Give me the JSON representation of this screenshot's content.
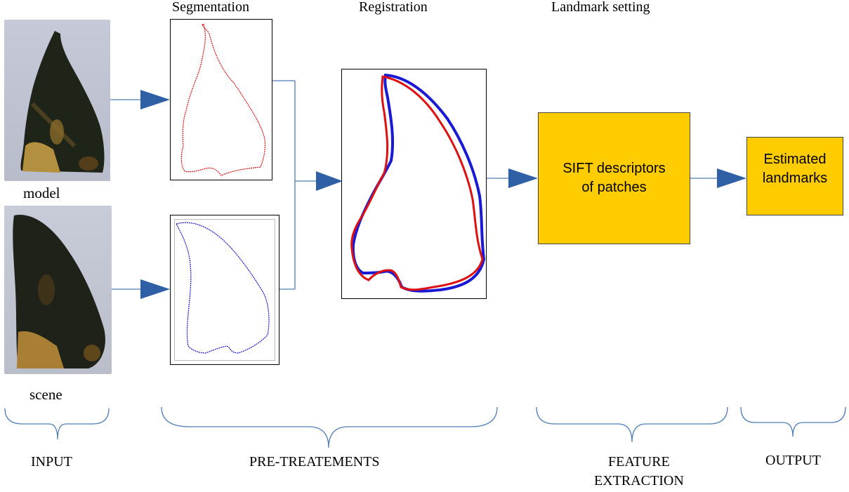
{
  "stages": {
    "segmentation": "Segmentation",
    "registration": "Registration",
    "landmark_setting": "Landmark setting"
  },
  "inputs": {
    "model_label": "model",
    "scene_label": "scene"
  },
  "boxes": {
    "sift_line1": "SIFT descriptors",
    "sift_line2": "of patches",
    "output_line1": "Estimated",
    "output_line2": "landmarks"
  },
  "sections": {
    "input": "INPUT",
    "pretreatments": "PRE-TREATEMENTS",
    "feature_line1": "FEATURE",
    "feature_line2": "EXTRACTION",
    "output": "OUTPUT"
  },
  "colors": {
    "arrow": "#2f5fa5",
    "brace": "#4f7db5",
    "model_contour": "#dd1111",
    "scene_contour": "#1111cc",
    "box_fill": "#ffcc00"
  }
}
